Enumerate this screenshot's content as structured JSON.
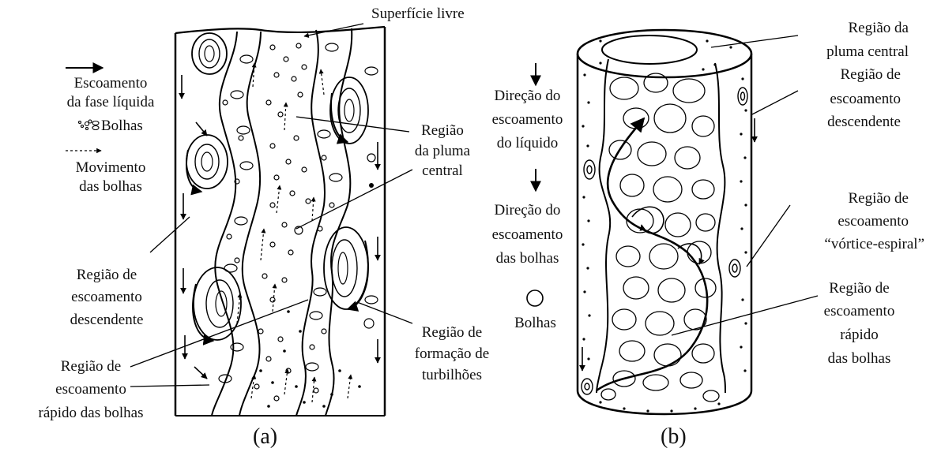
{
  "panel_a": {
    "caption": "(a)",
    "labels": {
      "free_surface": "Superfície livre",
      "legend_flow_l1": "Escoamento",
      "legend_flow_l2": "da fase líquida",
      "legend_bubbles": "Bolhas",
      "legend_motion_l1": "Movimento",
      "legend_motion_l2": "das bolhas",
      "central_plume_l1": "Região",
      "central_plume_l2": "da pluma",
      "central_plume_l3": "central",
      "downflow_l1": "Região de",
      "downflow_l2": "escoamento",
      "downflow_l3": "descendente",
      "vortex_l1": "Região de",
      "vortex_l2": "formação de",
      "vortex_l3": "turbilhões",
      "fast_l1": "Região de",
      "fast_l2": "escoamento",
      "fast_l3": "rápido das bolhas"
    }
  },
  "panel_b": {
    "caption": "(b)",
    "labels": {
      "plume_l1": "Região da",
      "plume_l2": "pluma central",
      "downflow_l1": "Região de",
      "downflow_l2": "escoamento",
      "downflow_l3": "descendente",
      "liquid_dir_l1": "Direção do",
      "liquid_dir_l2": "escoamento",
      "liquid_dir_l3": "do líquido",
      "bubble_dir_l1": "Direção do",
      "bubble_dir_l2": "escoamento",
      "bubble_dir_l3": "das bolhas",
      "bubbles": "Bolhas",
      "spiral_l1": "Região de",
      "spiral_l2": "escoamento",
      "spiral_l3": "“vórtice-espiral”",
      "fast_l1": "Região de",
      "fast_l2": "escoamento",
      "fast_l3": "rápido",
      "fast_l4": "das bolhas"
    }
  }
}
